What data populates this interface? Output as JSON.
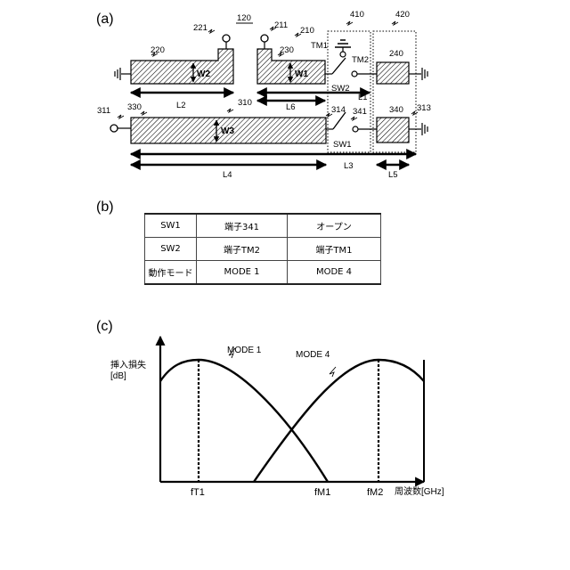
{
  "panel_a": {
    "panel_label": "(a)",
    "ref_120": "120",
    "ref_210": "210",
    "ref_211": "211",
    "ref_220": "220",
    "ref_221": "221",
    "ref_230": "230",
    "ref_240": "240",
    "ref_310": "310",
    "ref_311": "311",
    "ref_313": "313",
    "ref_314": "314",
    "ref_330": "330",
    "ref_340": "340",
    "ref_341": "341",
    "ref_410": "410",
    "ref_420": "420",
    "tm1": "TM1",
    "tm2": "TM2",
    "sw1": "SW1",
    "sw2": "SW2",
    "w1": "W1",
    "w2": "W2",
    "w3": "W3",
    "l1": "L1",
    "l2": "L2",
    "l3": "L3",
    "l4": "L4",
    "l5": "L5",
    "l6": "L6"
  },
  "panel_b": {
    "panel_label": "(b)",
    "rows": [
      [
        "SW1",
        "端子341",
        "オープン"
      ],
      [
        "SW2",
        "端子TM2",
        "端子TM1"
      ],
      [
        "動作モード",
        "MODE 1",
        "MODE 4"
      ]
    ]
  },
  "panel_c": {
    "panel_label": "(c)",
    "y_label_line1": "挿入損失",
    "y_label_line2": "[dB]",
    "x_label": "周波数[GHz]",
    "tick_ft1": "fT1",
    "tick_fm1": "fM1",
    "tick_fm2": "fM2",
    "mode1_label": "MODE 1",
    "mode4_label": "MODE 4"
  },
  "chart_data": {
    "type": "line",
    "xlabel": "周波数[GHz]",
    "ylabel": "挿入損失 [dB]",
    "x_ticks": [
      "fT1",
      "fM1",
      "fM2"
    ],
    "grid": false,
    "series": [
      {
        "name": "MODE 1",
        "peak_at": "fT1"
      },
      {
        "name": "MODE 4",
        "peak_at": "fM2"
      }
    ]
  }
}
